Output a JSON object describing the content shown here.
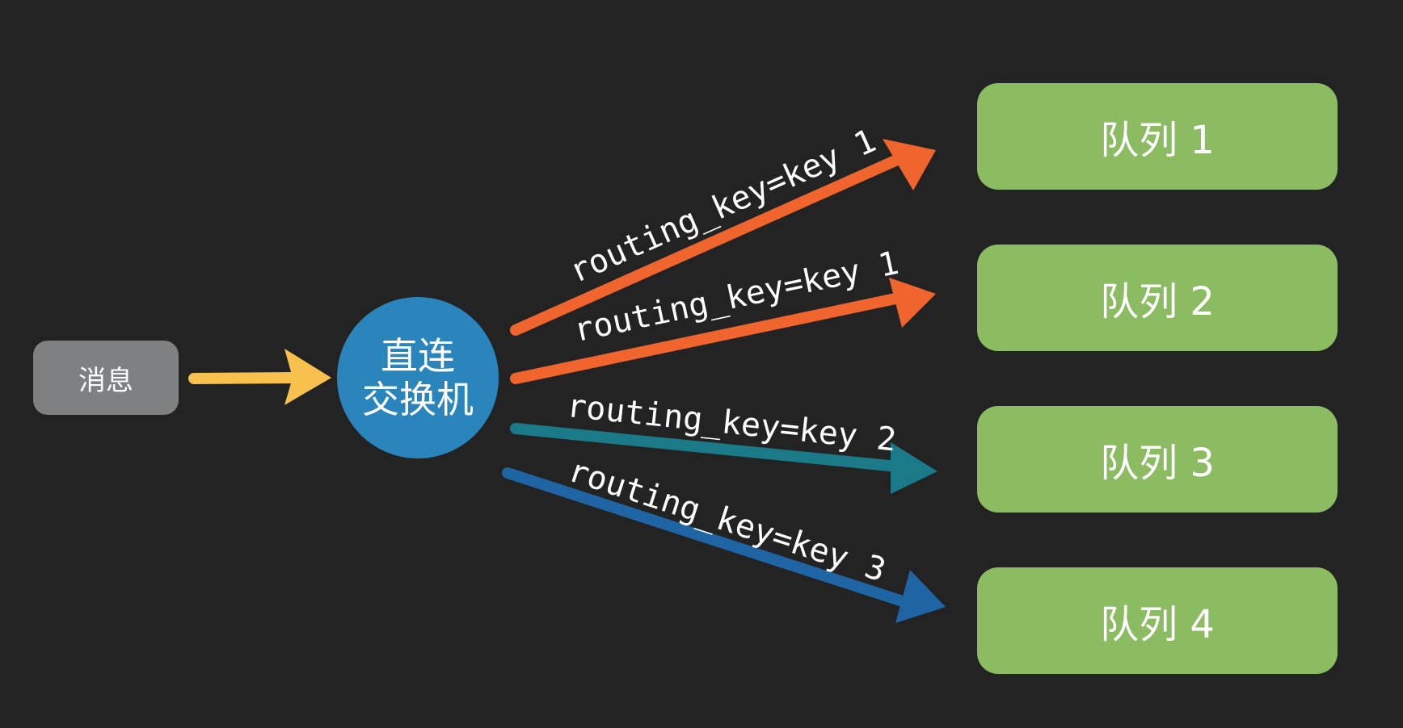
{
  "message": {
    "label": "消息"
  },
  "exchange": {
    "line1": "直连",
    "line2": "交换机"
  },
  "queues": [
    {
      "label": "队列 1"
    },
    {
      "label": "队列 2"
    },
    {
      "label": "队列 3"
    },
    {
      "label": "队列 4"
    }
  ],
  "routes": [
    {
      "label": "routing_key=key 1",
      "color": "#f0642e",
      "target": "队列 1"
    },
    {
      "label": "routing_key=key 1",
      "color": "#f0642e",
      "target": "队列 2"
    },
    {
      "label": "routing_key=key 2",
      "color": "#1a7a88",
      "target": "队列 3"
    },
    {
      "label": "routing_key=key 3",
      "color": "#1f64a3",
      "target": "队列 4"
    }
  ],
  "colors": {
    "background": "#232323",
    "message_box": "#7e8082",
    "exchange": "#2a85bd",
    "queue": "#8bbc62",
    "input_arrow": "#f8c14d"
  }
}
